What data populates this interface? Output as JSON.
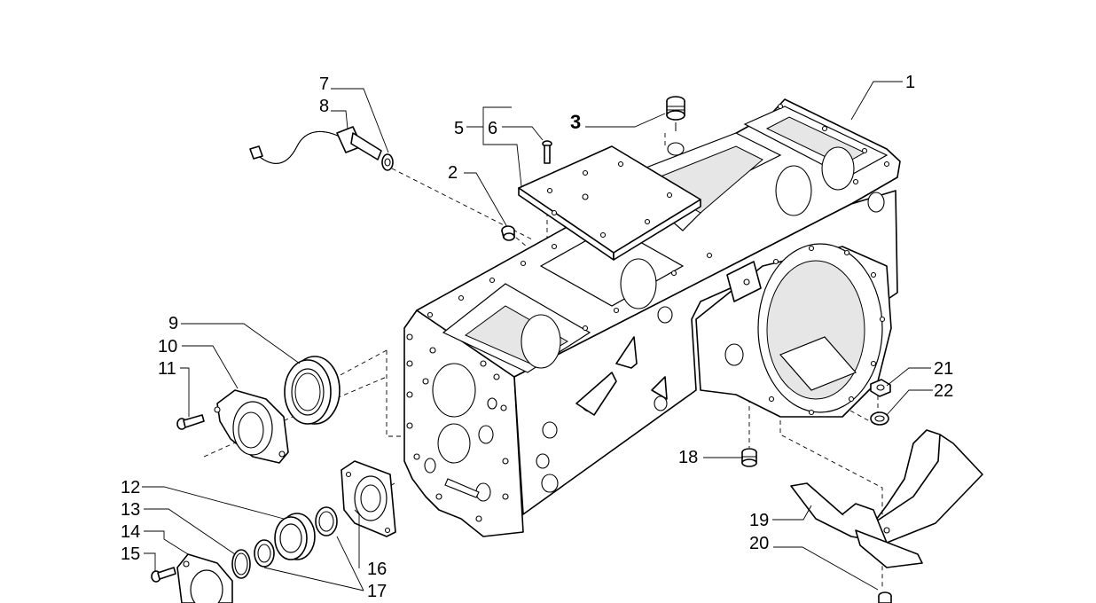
{
  "callouts": {
    "c1": "1",
    "c2": "2",
    "c3": "3",
    "c5": "5",
    "c6": "6",
    "c7": "7",
    "c8": "8",
    "c9": "9",
    "c10": "10",
    "c11": "11",
    "c12": "12",
    "c13": "13",
    "c14": "14",
    "c15": "15",
    "c16": "16",
    "c17": "17",
    "c18": "18",
    "c19": "19",
    "c20": "20",
    "c21": "21",
    "c22": "22"
  }
}
